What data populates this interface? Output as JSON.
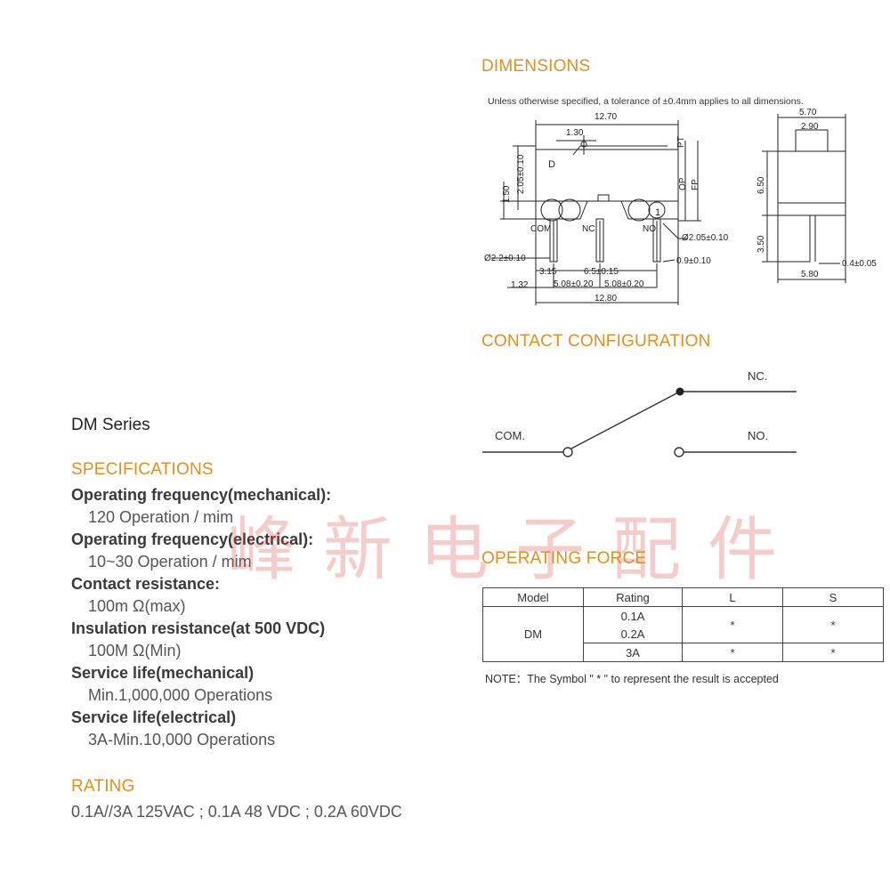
{
  "series_title": "DM Series",
  "specs_heading": "SPECIFICATIONS",
  "specs": [
    {
      "label": "Operating frequency(mechanical):",
      "value": "120 Operation / mim"
    },
    {
      "label": "Operating frequency(electrical):",
      "value": "10~30 Operation / mim"
    },
    {
      "label": "Contact resistance:",
      "value": "100m Ω(max)"
    },
    {
      "label": "Insulation resistance(at 500 VDC)",
      "value": "100M Ω(Min)"
    },
    {
      "label": "Service life(mechanical)",
      "value": "Min.1,000,000 Operations"
    },
    {
      "label": "Service life(electrical)",
      "value": "3A-Min.10,000 Operations"
    }
  ],
  "rating_heading": "RATING",
  "rating_text": "0.1A//3A  125VAC ; 0.1A 48 VDC ; 0.2A 60VDC",
  "dimensions": {
    "heading": "DIMENSIONS",
    "note": "Unless otherwise specified, a tolerance of ±0.4mm applies to all dimensions.",
    "labels": {
      "w_top": "12.70",
      "w_130": "1.30",
      "h_205": "2.05±0.10",
      "h_150": "1.50",
      "pt": "PT",
      "op": "OP",
      "fp": "FP",
      "d": "D",
      "one": "1",
      "com": "COM",
      "nc": "NC",
      "no": "NO",
      "dia22": "Ø2.2±0.10",
      "dia205": "Ø2.05±0.10",
      "w_09": "0.9±0.10",
      "w_315": "3.15",
      "w_65": "6.5±0.15",
      "w_132": "1.32",
      "w_508a": "5.08±0.20",
      "w_508b": "5.08±0.20",
      "w_bottom": "12.80",
      "s_570": "5.70",
      "s_290": "2.90",
      "s_650": "6.50",
      "s_350": "3.50",
      "s_04": "0.4±0.05",
      "s_580": "5.80"
    }
  },
  "contact": {
    "heading": "CONTACT CONFIGURATION",
    "com_label": "COM.",
    "nc_label": "NC.",
    "no_label": "NO."
  },
  "watermark": "峰新电子配件",
  "force": {
    "heading": "OPERATING FORCE",
    "headers": {
      "model": "Model",
      "rating": "Rating",
      "l": "L",
      "s": "S"
    },
    "model": "DM",
    "ratings": [
      "0.1A",
      "0.2A",
      "3A"
    ],
    "mark": "*",
    "note": "NOTE：The Symbol \" * \" to represent the result is accepted"
  }
}
